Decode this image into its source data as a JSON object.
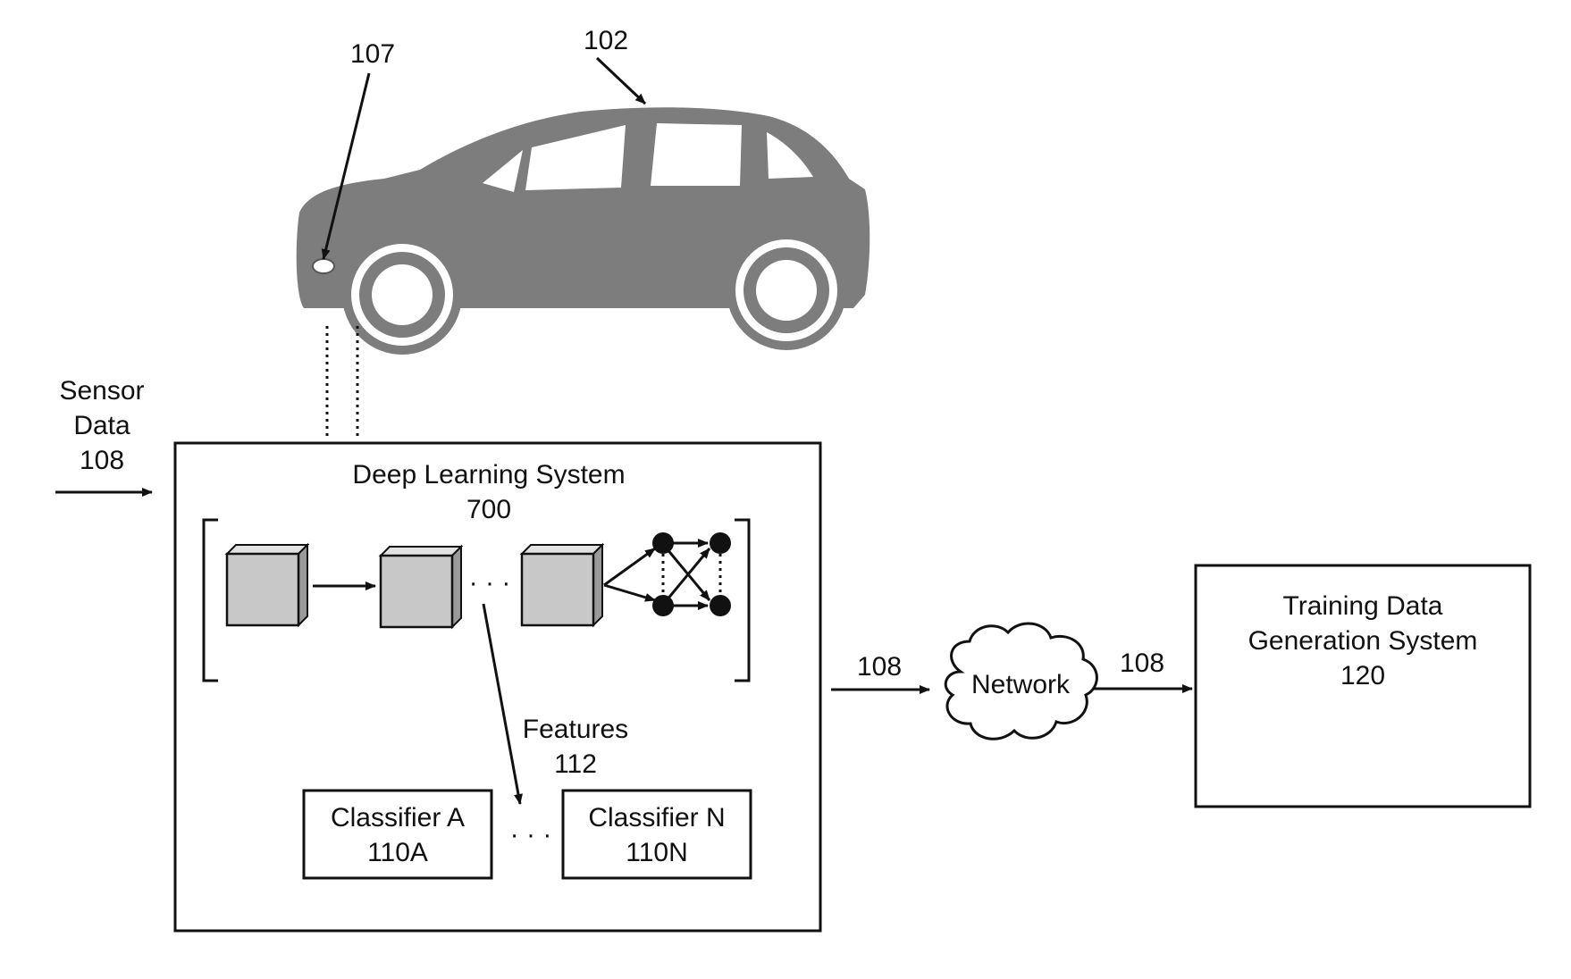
{
  "vehicle": {
    "ref": "102",
    "sensor_ref": "107"
  },
  "sensor_data": {
    "line1": "Sensor",
    "line2": "Data",
    "ref": "108"
  },
  "deep_learning_system": {
    "title": "Deep Learning System",
    "ref": "700"
  },
  "features": {
    "label": "Features",
    "ref": "112"
  },
  "classifier_a": {
    "name": "Classifier A",
    "ref": "110A"
  },
  "classifier_n": {
    "name": "Classifier N",
    "ref": "110N"
  },
  "link_to_network": {
    "ref": "108"
  },
  "network": {
    "label": "Network"
  },
  "link_to_training": {
    "ref": "108"
  },
  "training_system": {
    "line1": "Training Data",
    "line2": "Generation System",
    "ref": "120"
  },
  "ellipsis": "· · ·"
}
